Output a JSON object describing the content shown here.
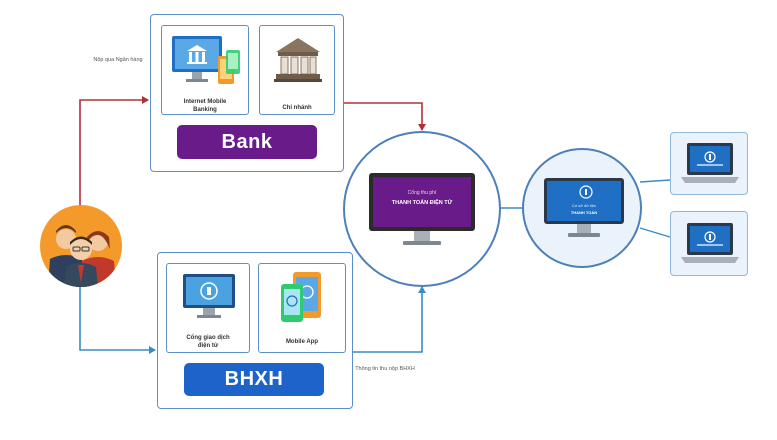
{
  "bank": {
    "badge_label": "Bank",
    "badge_color": "#6a1b8a",
    "internet_banking_label": "Internet Mobile Banking",
    "branch_label": "Chi nhánh"
  },
  "bhxh": {
    "badge_label": "BHXH",
    "badge_color": "#1e63c9",
    "portal_label": "Cổng giao dịch điện tử",
    "mobile_app_label": "Mobile App"
  },
  "arrows": {
    "top_label": "Nộp qua Ngân hàng",
    "bottom_label": "Thông tin thu nộp BHXH",
    "red_color": "#b0303a",
    "blue_color": "#3a8cc4"
  },
  "center": {
    "screen_line1": "Cổng thu phí",
    "screen_line2": "THANH TOÁN ĐIỆN TỬ",
    "screen_color": "#6a1b8a"
  },
  "server": {
    "screen_line1": "Cơ sở dữ liệu",
    "screen_line2": "THANH TOÁN"
  }
}
